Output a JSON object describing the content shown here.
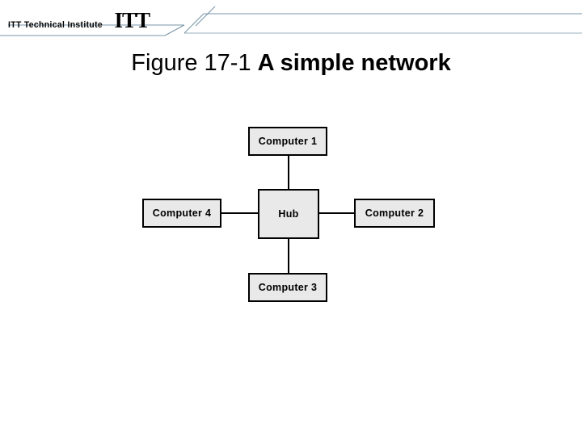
{
  "header": {
    "brand_text": "ITT Technical Institute",
    "brand_mark": "ITT",
    "rule_color": "#7a96a8"
  },
  "title": {
    "prefix": "Figure 17-1",
    "emphasis": "A simple network"
  },
  "diagram": {
    "type": "star-topology-network",
    "center_label": "Hub",
    "node_fill": "#e9e9e9",
    "node_border": "#000000",
    "link_color": "#000000",
    "nodes": [
      {
        "id": "computer-1",
        "label": "Computer 1",
        "position": "top"
      },
      {
        "id": "computer-2",
        "label": "Computer 2",
        "position": "right"
      },
      {
        "id": "computer-3",
        "label": "Computer 3",
        "position": "bottom"
      },
      {
        "id": "computer-4",
        "label": "Computer 4",
        "position": "left"
      },
      {
        "id": "hub",
        "label": "Hub",
        "position": "center"
      }
    ],
    "links": [
      {
        "from": "hub",
        "to": "computer-1"
      },
      {
        "from": "hub",
        "to": "computer-2"
      },
      {
        "from": "hub",
        "to": "computer-3"
      },
      {
        "from": "hub",
        "to": "computer-4"
      }
    ]
  }
}
